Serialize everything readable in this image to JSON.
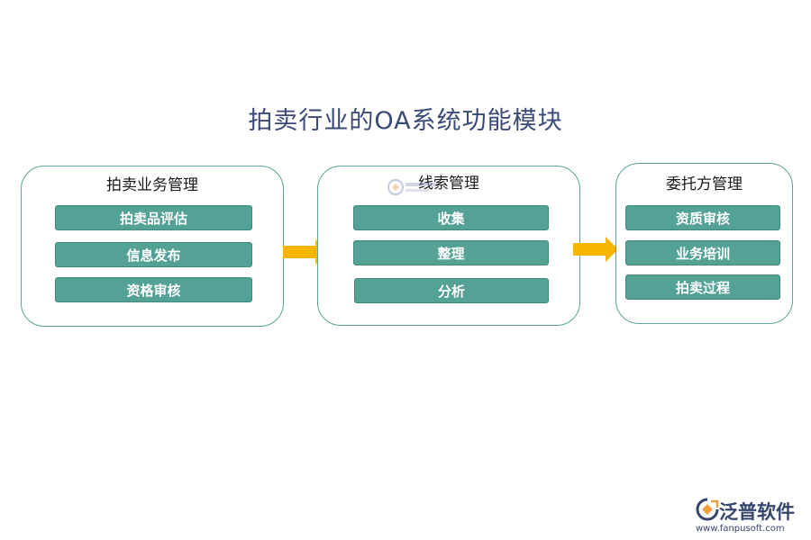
{
  "title": "拍卖行业的OA系统功能模块",
  "groups": [
    {
      "title": "拍卖业务管理",
      "items": [
        "拍卖品评估",
        "信息发布",
        "资格审核"
      ]
    },
    {
      "title": "线索管理",
      "items": [
        "收集",
        "整理",
        "分析"
      ]
    },
    {
      "title": "委托方管理",
      "items": [
        "资质审核",
        "业务培训",
        "拍卖过程"
      ]
    }
  ],
  "colors": {
    "item_fill": "#54a195",
    "group_border": "#5aa39a",
    "arrow": "#f7b500",
    "title": "#3a4a78"
  },
  "brand": {
    "name": "泛普软件",
    "url": "www.fanpusoft.com",
    "icon": "fanpu-logo-icon"
  }
}
